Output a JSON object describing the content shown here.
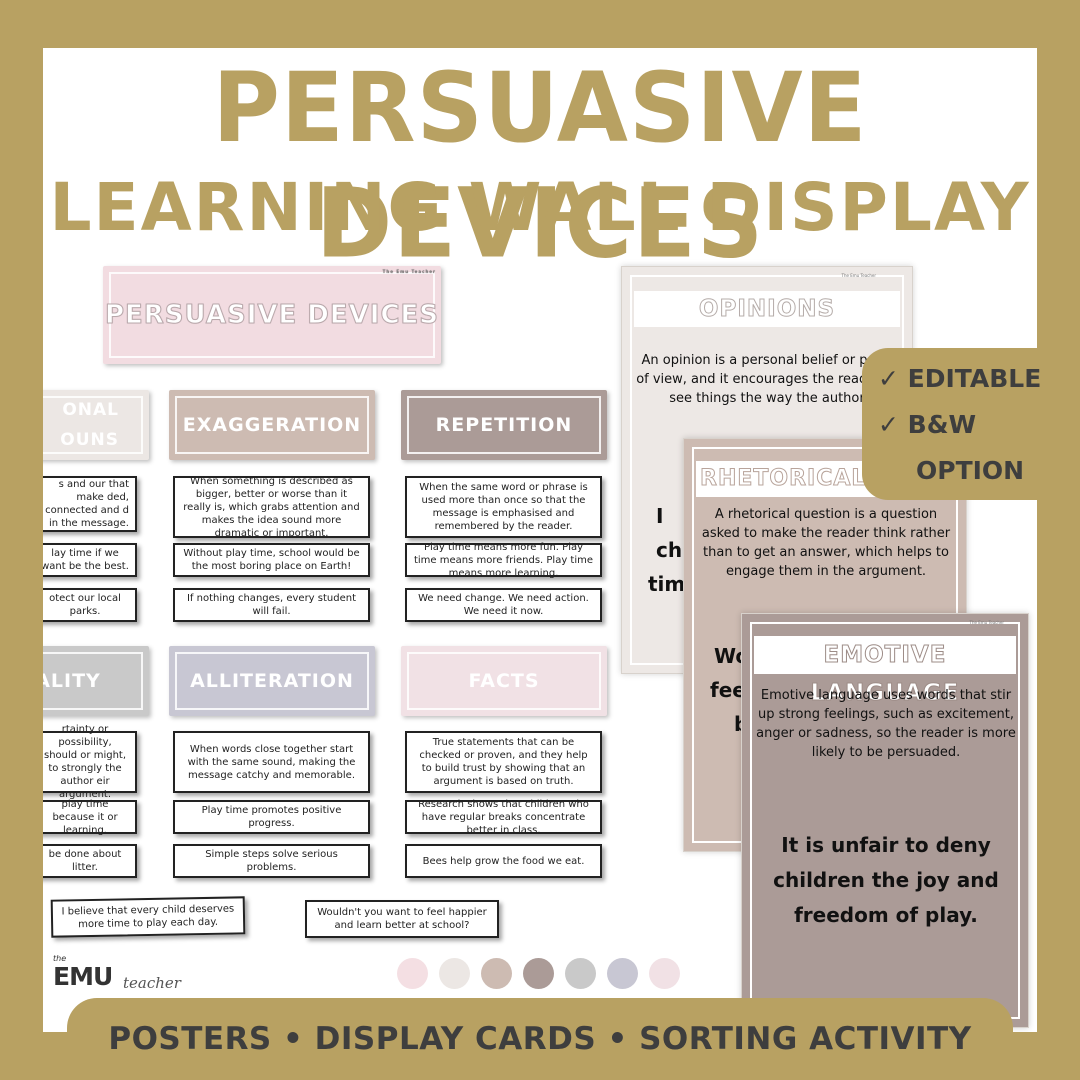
{
  "title_line1": "PERSUASIVE DEVICES",
  "title_line2": "LEARNING WALL DISPLAY",
  "header_card": {
    "label": "PERSUASIVE DEVICES",
    "brand": "The Emu Teacher"
  },
  "columns": [
    {
      "header": "PERSONAL PRONOUNS",
      "header_visible_line1": "ONAL",
      "header_visible_line2": "OUNS",
      "definition": "s and our that make ded, connected and d in the message.",
      "examples": [
        "lay time if we want be the best.",
        "otect our local parks."
      ]
    },
    {
      "header": "EXAGGERATION",
      "definition": "When something is described as bigger, better or worse than it really is, which grabs attention and makes the idea sound more dramatic or important.",
      "examples": [
        "Without play time, school would be the most boring place on Earth!",
        "If nothing changes, every student will fail."
      ]
    },
    {
      "header": "REPETITION",
      "definition": "When the same word or phrase is used more than once so that the message is emphasised and remembered by the reader.",
      "examples": [
        "Play time means more fun. Play time means more friends. Play time means more learning.",
        "We need change. We need action. We need it now."
      ]
    },
    {
      "header": "MODALITY",
      "header_visible": "ALITY",
      "definition": "rtainty or possibility, should or might, to strongly the author eir argument.",
      "examples": [
        "play time because it or learning.",
        "be done about litter."
      ]
    },
    {
      "header": "ALLITERATION",
      "definition": "When words close together start with the same sound, making the message catchy and memorable.",
      "examples": [
        "Play time promotes positive progress.",
        "Simple steps solve serious problems."
      ]
    },
    {
      "header": "FACTS",
      "definition": "True statements that can be checked or proven, and they help to build trust by showing that an argument is based on truth.",
      "examples": [
        "Research shows that children who have regular breaks concentrate better in class.",
        "Bees help grow the food we eat."
      ]
    }
  ],
  "loose_cards": [
    "I believe that every child deserves more time to play each day.",
    "Wouldn't you want to feel happier and learn better at school?"
  ],
  "posters": [
    {
      "title": "OPINIONS",
      "brand": "The Emu Teacher",
      "description": "An opinion is a personal belief or point of view, and it encourages the reader to see things the way the author",
      "example_fragments": [
        "I",
        "ch",
        "tim"
      ]
    },
    {
      "title": "RHETORICAL QU",
      "description": "A rhetorical question is a question asked to make the reader think rather than to get an answer, which helps to engage them in the argument.",
      "example_fragments": [
        "Wo",
        "fee",
        "b"
      ]
    },
    {
      "title": "EMOTIVE LANGUAGE",
      "brand": "The Emu Teacher",
      "description": "Emotive language uses words that stir up strong feelings, such as excitement, anger or sadness, so the reader is more likely to be persuaded.",
      "example": "It is unfair to deny children the joy and freedom of play."
    }
  ],
  "badge": {
    "line1": "✓ EDITABLE",
    "line2": "✓ B&W",
    "line3": "OPTION"
  },
  "footer": "POSTERS • DISPLAY CARDS • SORTING ACTIVITY",
  "logo": {
    "the": "the",
    "emu": "EMU",
    "teacher": "teacher"
  },
  "palette": [
    "#f4dfe3",
    "#ece7e4",
    "#cdbbb2",
    "#ab9b97",
    "#c9c9c9",
    "#c8c7d3",
    "#f1e1e5"
  ],
  "colors": {
    "gold": "#b8a162",
    "dark_text": "#3e3e3e"
  }
}
